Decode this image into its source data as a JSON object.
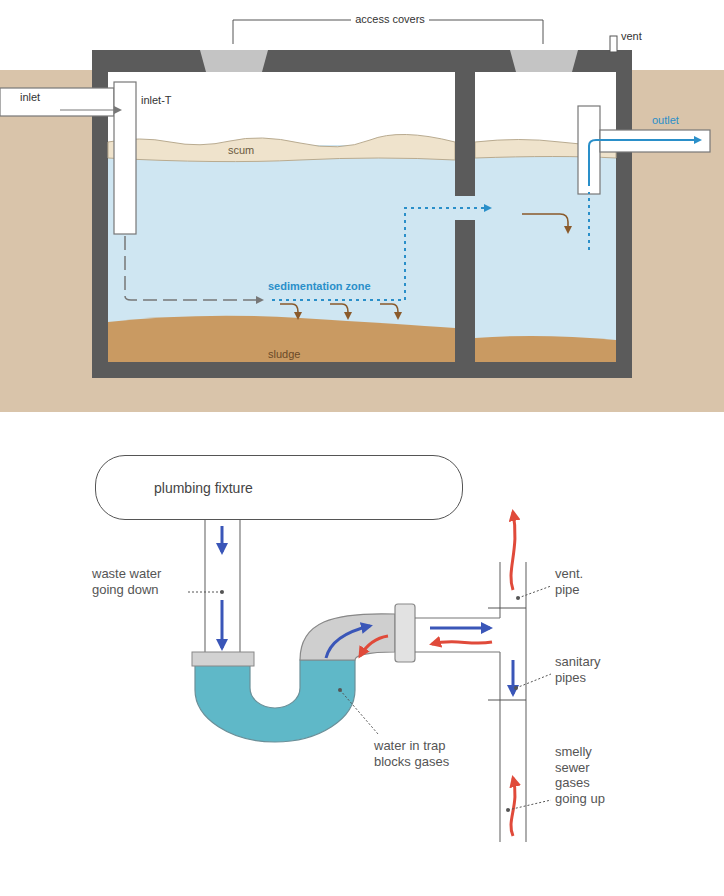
{
  "diagram": {
    "nodes": [
      {
        "text": [
          "plumbing fixture"
        ]
      }
    ],
    "labels": [
      "access covers",
      "vent",
      "inlet",
      "inlet-T",
      "outlet",
      "scum",
      "sedimentation zone",
      "sludge",
      "vent. pipe",
      "waste water going down",
      "sanitary pipes",
      "water in trap blocks gases",
      "smelly sewer gases going up"
    ]
  }
}
